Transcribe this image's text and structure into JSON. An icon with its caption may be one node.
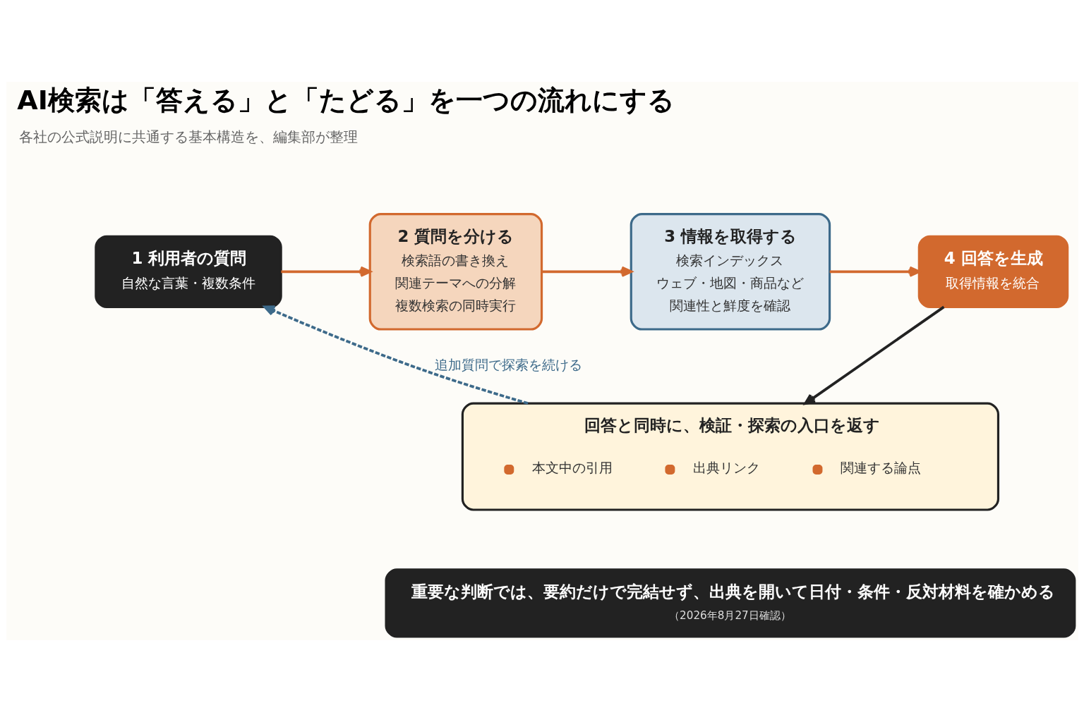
{
  "diagram": {
    "title": "AI検索は「答える」と「たどる」を一つの流れにする",
    "nodes": [
      {
        "text": [
          "1 利用者の質問",
          "自然な言葉・複数条件"
        ]
      },
      {
        "text": [
          "2 質問を分ける",
          "検索語の書き換え",
          "関連テーマへの分解",
          "複数検索の同時実行"
        ]
      },
      {
        "text": [
          "3 情報を取得する",
          "検索インデックス",
          "ウェブ・地図・商品など",
          "関連性と鮮度を確認"
        ]
      },
      {
        "text": [
          "4 回答を生成",
          "取得情報を統合"
        ]
      },
      {
        "text": [
          "回答と同時に、検証・探索の入口を返す",
          "本文中の引用",
          "出典リンク",
          "関連する論点"
        ]
      },
      {
        "text": [
          "重要な判断では、要約だけで完結せず、出典を開いて日付・条件・反対材料を確かめる",
          "（2026年8月27日確認）"
        ]
      }
    ],
    "edges": [
      {
        "from": 0,
        "to": 1,
        "arrow": "to"
      },
      {
        "from": 1,
        "to": 2,
        "arrow": "to"
      },
      {
        "from": 2,
        "to": 3,
        "arrow": "to"
      },
      {
        "from": 3,
        "to": 4,
        "arrow": "to",
        "color": "#222222"
      },
      {
        "from": 4,
        "to": 0,
        "arrow": "to",
        "style": "dashed",
        "color": "#3d6a8a",
        "label": "追加質問で探索を続ける"
      }
    ],
    "labels": [
      "各社の公式説明に共通する基本構造を、編集部が整理"
    ]
  }
}
